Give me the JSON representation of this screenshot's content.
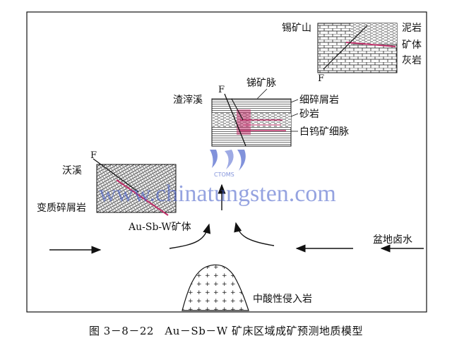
{
  "labels": {
    "tin_mine": "锡矿山",
    "mudstone": "泥岩",
    "orebody": "矿体",
    "limestone": "灰岩",
    "fault_top": "F",
    "zhaziqi": "渣滓溪",
    "stibnite_vein": "锑矿脉",
    "fine_clastic": "细碎屑岩",
    "sandstone": "砂岩",
    "scheelite_vein": "白钨矿细脉",
    "fault_mid": "F",
    "woxi": "沃溪",
    "fault_left": "F",
    "meta_clastic": "变质碎屑岩",
    "ore_label": "Au-Sb-W矿体",
    "basin_brine": "盆地卤水",
    "intrusive": "中酸性侵入岩"
  },
  "watermark": {
    "url_text": "www.chinatungsten.com",
    "logo_text": "CTOMS"
  },
  "caption": "图 3－8－22　Au－Sb－W 矿床区域成矿预测地质模型",
  "colors": {
    "ore": "#c0306a",
    "ink": "#111111",
    "watermark": "#3f58c8"
  }
}
